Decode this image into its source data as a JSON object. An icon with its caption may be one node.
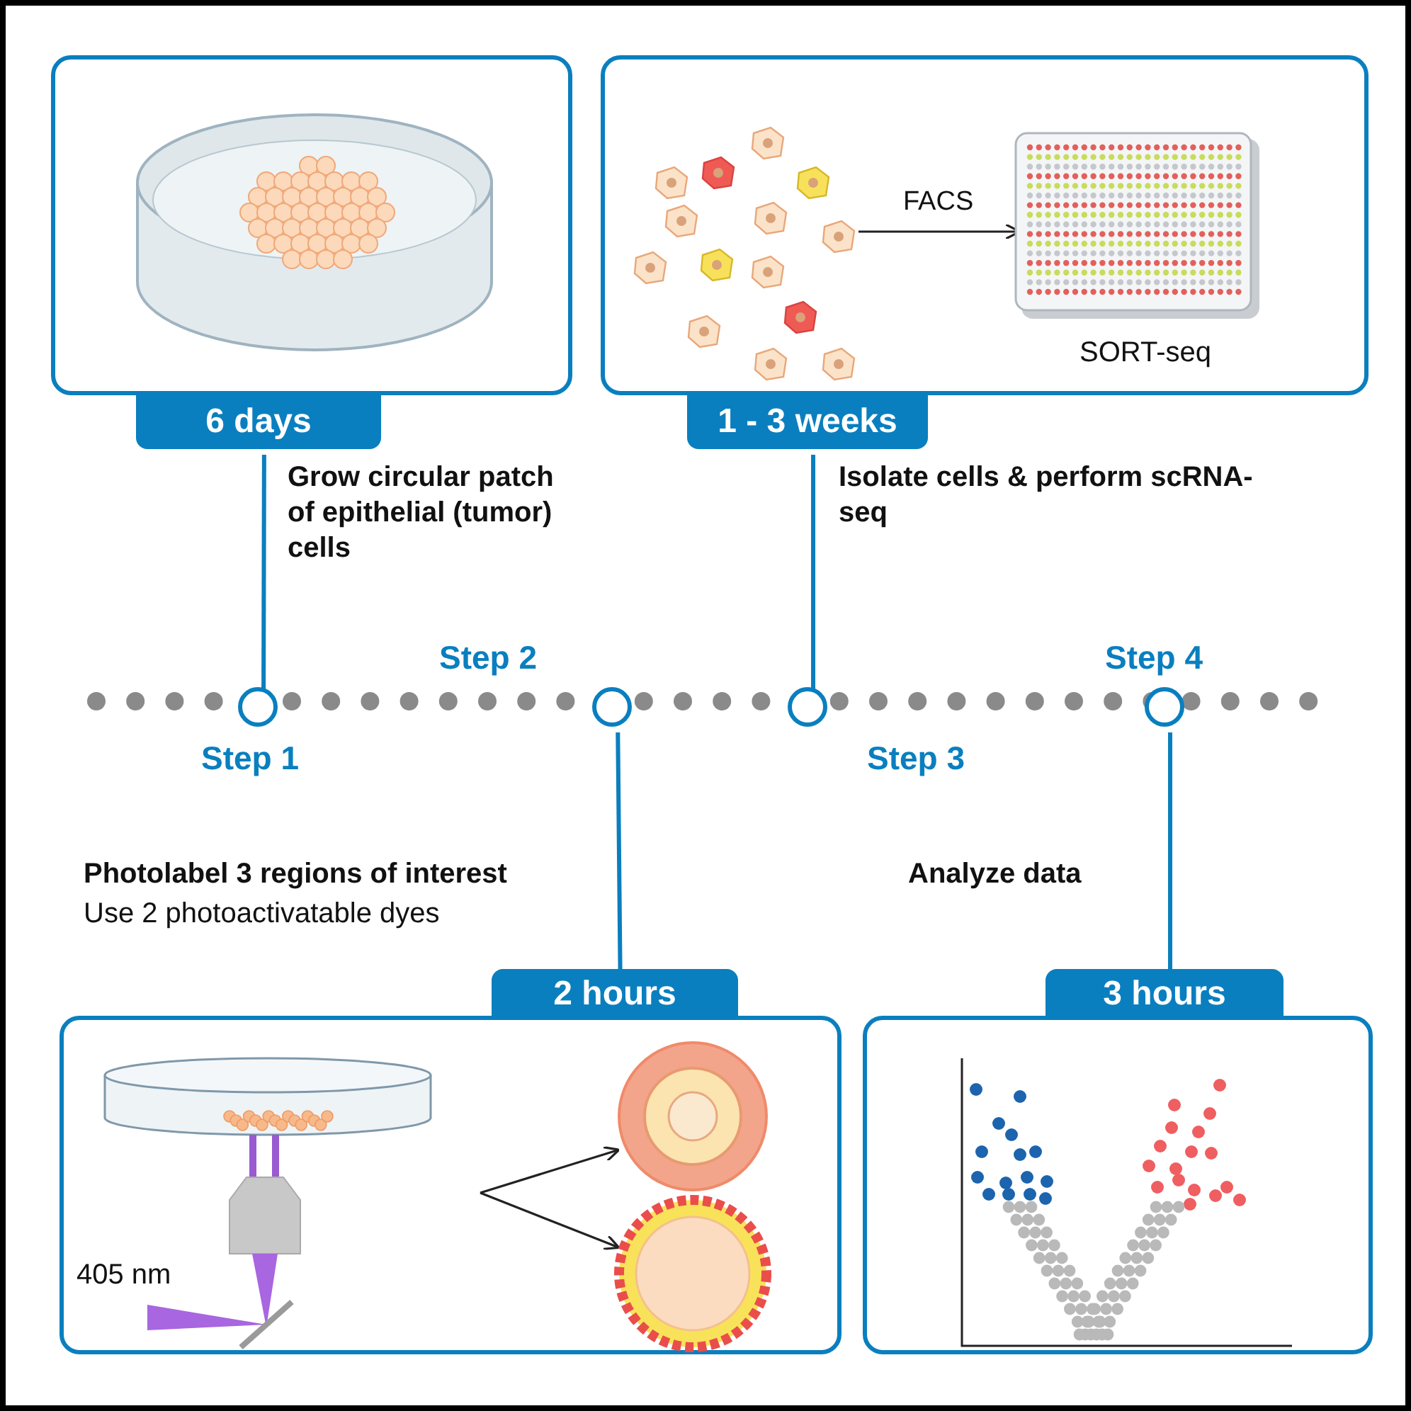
{
  "diagram": {
    "nodes": [
      {
        "text": [
          "6 days"
        ],
        "beside": [
          "Grow circular patch of epithelial (tumor) cells"
        ]
      },
      {
        "text": [],
        "shape": "picture",
        "in": 0
      },
      {
        "text": [
          "1 - 3 weeks"
        ],
        "beside": [
          "Isolate cells & perform scRNA-seq"
        ]
      },
      {
        "text": [],
        "shape": "picture",
        "in": 2
      },
      {
        "text": [],
        "shape": "picture",
        "in": 2,
        "beside": [
          "SORT-seq"
        ]
      },
      {
        "text": [
          "2 hours"
        ],
        "beside": [
          "Photolabel 3 regions of interest",
          "Use 2 photoactivatable dyes"
        ]
      },
      {
        "text": [],
        "shape": "picture",
        "in": 5
      },
      {
        "text": [],
        "shape": "picture",
        "in": 5
      },
      {
        "text": [],
        "shape": "picture",
        "in": 5
      },
      {
        "text": [
          "3 hours"
        ],
        "beside": [
          "Analyze data"
        ]
      },
      {
        "text": [],
        "shape": "picture",
        "in": 9
      },
      {
        "text": [
          "Step 1"
        ]
      },
      {
        "text": [
          "Step 2"
        ]
      },
      {
        "text": [
          "Step 3"
        ]
      },
      {
        "text": [
          "Step 4"
        ]
      }
    ],
    "edges": [
      {
        "from": 11,
        "to": 0,
        "arrow": "none"
      },
      {
        "from": 12,
        "to": 5,
        "arrow": "none"
      },
      {
        "from": 13,
        "to": 2,
        "arrow": "none"
      },
      {
        "from": 14,
        "to": 9,
        "arrow": "none"
      },
      {
        "from": 3,
        "to": 4,
        "arrow": "to",
        "label": "FACS",
        "color": "#222222"
      },
      {
        "from": 6,
        "to": 7,
        "arrow": "to",
        "color": "#222222"
      },
      {
        "from": 6,
        "to": 8,
        "arrow": "to",
        "color": "#222222"
      }
    ],
    "labels": [
      "405 nm"
    ]
  }
}
